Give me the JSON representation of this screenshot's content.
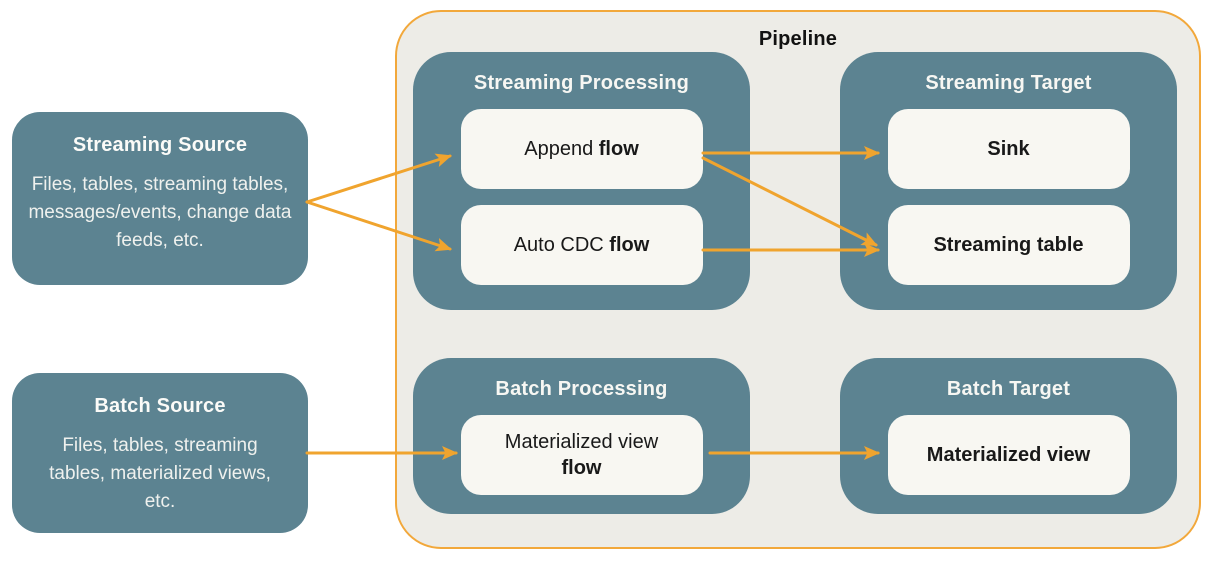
{
  "pipeline": {
    "label": "Pipeline"
  },
  "sources": {
    "streaming": {
      "title": "Streaming Source",
      "body": "Files, tables, streaming tables, messages/events, change data feeds, etc."
    },
    "batch": {
      "title": "Batch Source",
      "body": "Files, tables, streaming tables, materialized views, etc."
    }
  },
  "groups": {
    "streaming_processing": {
      "title": "Streaming Processing",
      "cards": {
        "append_flow": {
          "regular": "Append",
          "bold": "flow"
        },
        "auto_cdc_flow": {
          "regular": "Auto CDC",
          "bold": "flow"
        }
      }
    },
    "streaming_target": {
      "title": "Streaming Target",
      "cards": {
        "sink": {
          "bold": "Sink"
        },
        "streaming_table": {
          "bold": "Streaming table"
        }
      }
    },
    "batch_processing": {
      "title": "Batch Processing",
      "cards": {
        "materialized_view_flow": {
          "regular": "Materialized view",
          "bold": "flow"
        }
      }
    },
    "batch_target": {
      "title": "Batch Target",
      "cards": {
        "materialized_view": {
          "bold": "Materialized view"
        }
      }
    }
  },
  "connections": [
    {
      "from": "streaming-source",
      "to": "append-flow"
    },
    {
      "from": "streaming-source",
      "to": "auto-cdc-flow"
    },
    {
      "from": "append-flow",
      "to": "sink"
    },
    {
      "from": "append-flow",
      "to": "streaming-table"
    },
    {
      "from": "auto-cdc-flow",
      "to": "streaming-table"
    },
    {
      "from": "batch-source",
      "to": "materialized-view-flow"
    },
    {
      "from": "materialized-view-flow",
      "to": "materialized-view"
    }
  ],
  "colors": {
    "teal": "#5c8391",
    "pipeline_background": "#edece7",
    "pipeline_border": "#f2a83b",
    "card_background": "#f8f7f2",
    "arrow": "#f0a42e",
    "text_dark": "#191919",
    "text_light": "#f7f7f3"
  }
}
